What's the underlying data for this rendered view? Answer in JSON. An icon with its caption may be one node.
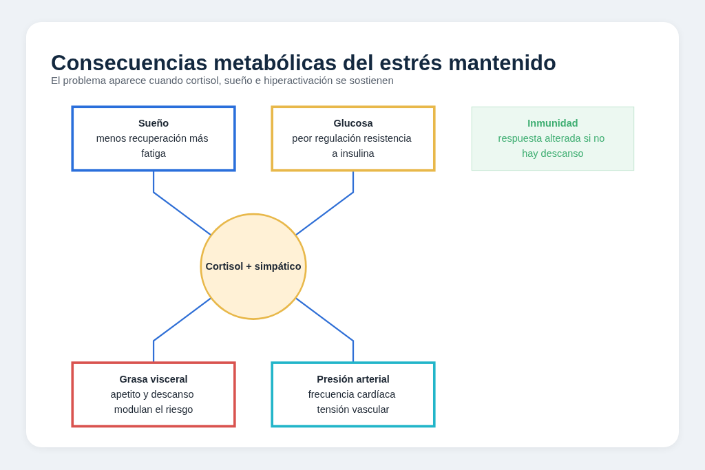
{
  "diagram": {
    "title": "Consecuencias metabólicas del estrés mantenido",
    "nodes": [
      {
        "text": [
          "Sueño",
          "menos recuperación más fatiga"
        ]
      },
      {
        "text": [
          "Glucosa",
          "peor regulación resistencia a insulina"
        ]
      },
      {
        "text": [
          "Cortisol + simpático"
        ]
      },
      {
        "text": [
          "Grasa visceral",
          "apetito y descanso modulan el riesgo"
        ]
      },
      {
        "text": [
          "Inmunidad",
          "respuesta alterada si no hay descanso"
        ]
      },
      {
        "text": [
          "Presión arterial",
          "frecuencia cardíaca tensión vascular"
        ]
      }
    ],
    "edges": [
      {
        "from": 0,
        "to": 2,
        "arrow": "none"
      },
      {
        "from": 1,
        "to": 2,
        "arrow": "none"
      },
      {
        "from": 2,
        "to": 3,
        "arrow": "none"
      },
      {
        "from": 2,
        "to": 5,
        "arrow": "none"
      }
    ],
    "labels": [
      "El problema aparece cuando cortisol, sueño e hiperactivación se sostienen"
    ]
  }
}
